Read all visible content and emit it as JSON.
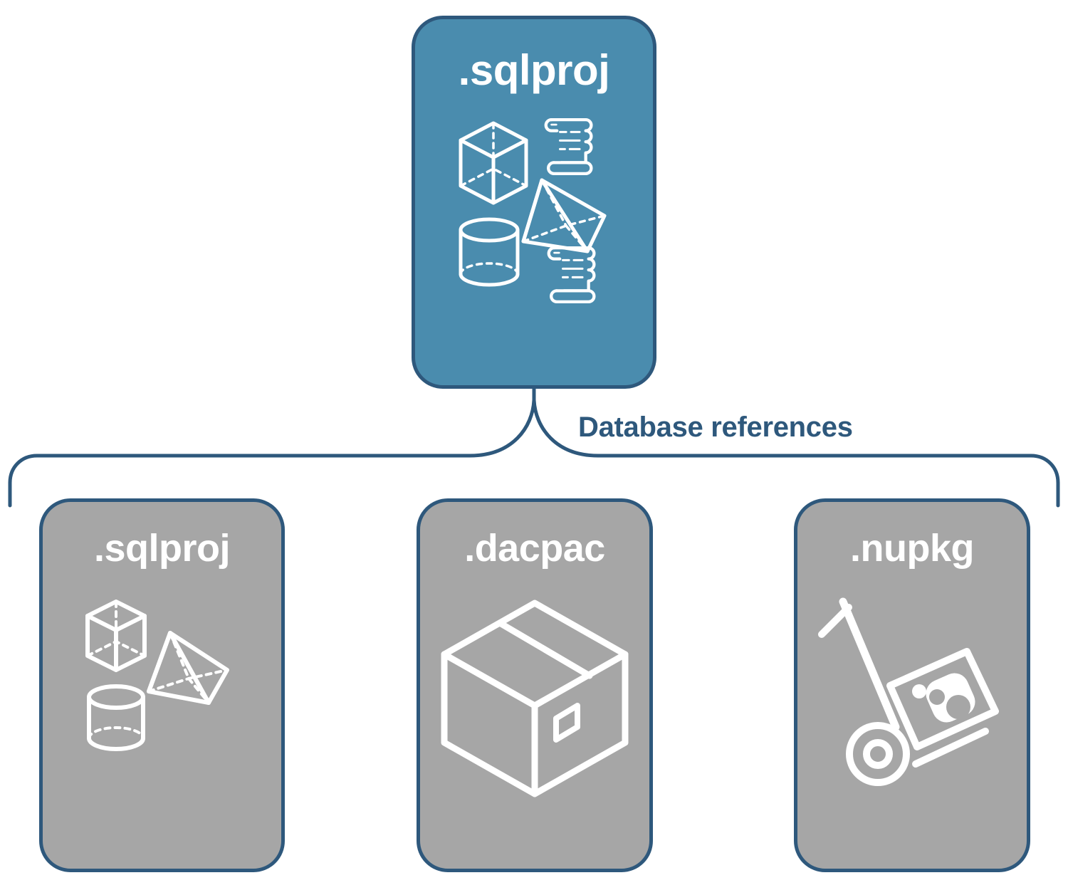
{
  "diagram": {
    "title_text": "Database references",
    "colors": {
      "primary_card_fill": "#4A8CAE",
      "reference_card_fill": "#A6A6A6",
      "border": "#2E587C",
      "label_text": "#2E587C",
      "icon_stroke": "#FFFFFF",
      "background": "#FFFFFF"
    },
    "root": {
      "label": ".sqlproj",
      "icons": [
        "cube-wireframe-icon",
        "scroll-icon",
        "pyramid-wireframe-icon",
        "cylinder-wireframe-icon",
        "scroll-icon"
      ]
    },
    "connector": {
      "type": "curly-brace",
      "label": "Database references",
      "branch_count": 3
    },
    "references": [
      {
        "label": ".sqlproj",
        "icons": [
          "cube-wireframe-icon",
          "pyramid-wireframe-icon",
          "cylinder-wireframe-icon"
        ]
      },
      {
        "label": ".dacpac",
        "icons": [
          "package-box-icon"
        ]
      },
      {
        "label": ".nupkg",
        "icons": [
          "hand-truck-nuget-package-icon"
        ]
      }
    ]
  }
}
